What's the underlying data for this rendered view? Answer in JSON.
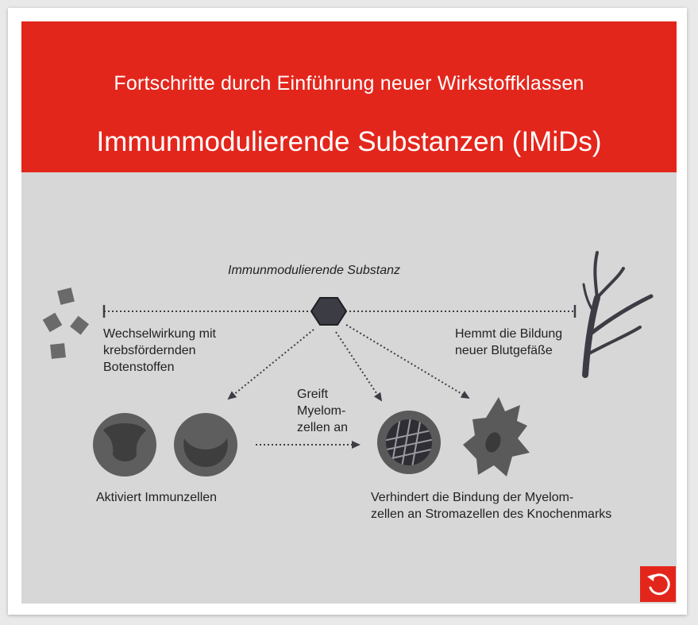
{
  "header": {
    "subtitle": "Fortschritte durch Einführung neuer Wirkstoffklassen",
    "title": "Immunmodulierende Substanzen (IMiDs)"
  },
  "diagram": {
    "center_label": "Immunmodulierende Substanz",
    "left_label": "Wechselwirkung mit\nkrebsfördernden\nBotenstoffen",
    "right_label": "Hemmt die Bildung\nneuer Blutgefäße",
    "attack_label": "Greift\nMyelom-\nzellen an",
    "immune_label": "Aktiviert Immunzellen",
    "stroma_label": "Verhindert die Bindung der Myelom-\nzellen an Stromazellen des Knochenmarks"
  },
  "colors": {
    "header_red": "#e3261c",
    "panel_gray": "#d7d7d7",
    "shape_dark": "#3c3c44",
    "cell_gray": "#5a5a5a"
  },
  "icons": {
    "substance": "hexagon-icon",
    "cytokines": "squares-icon",
    "vessel": "blood-vessel-icon",
    "immune_cells": "immune-cell-icon",
    "myeloma_cell": "myeloma-cell-icon",
    "stroma_cell": "stroma-cell-icon",
    "reset": "reset-icon"
  }
}
